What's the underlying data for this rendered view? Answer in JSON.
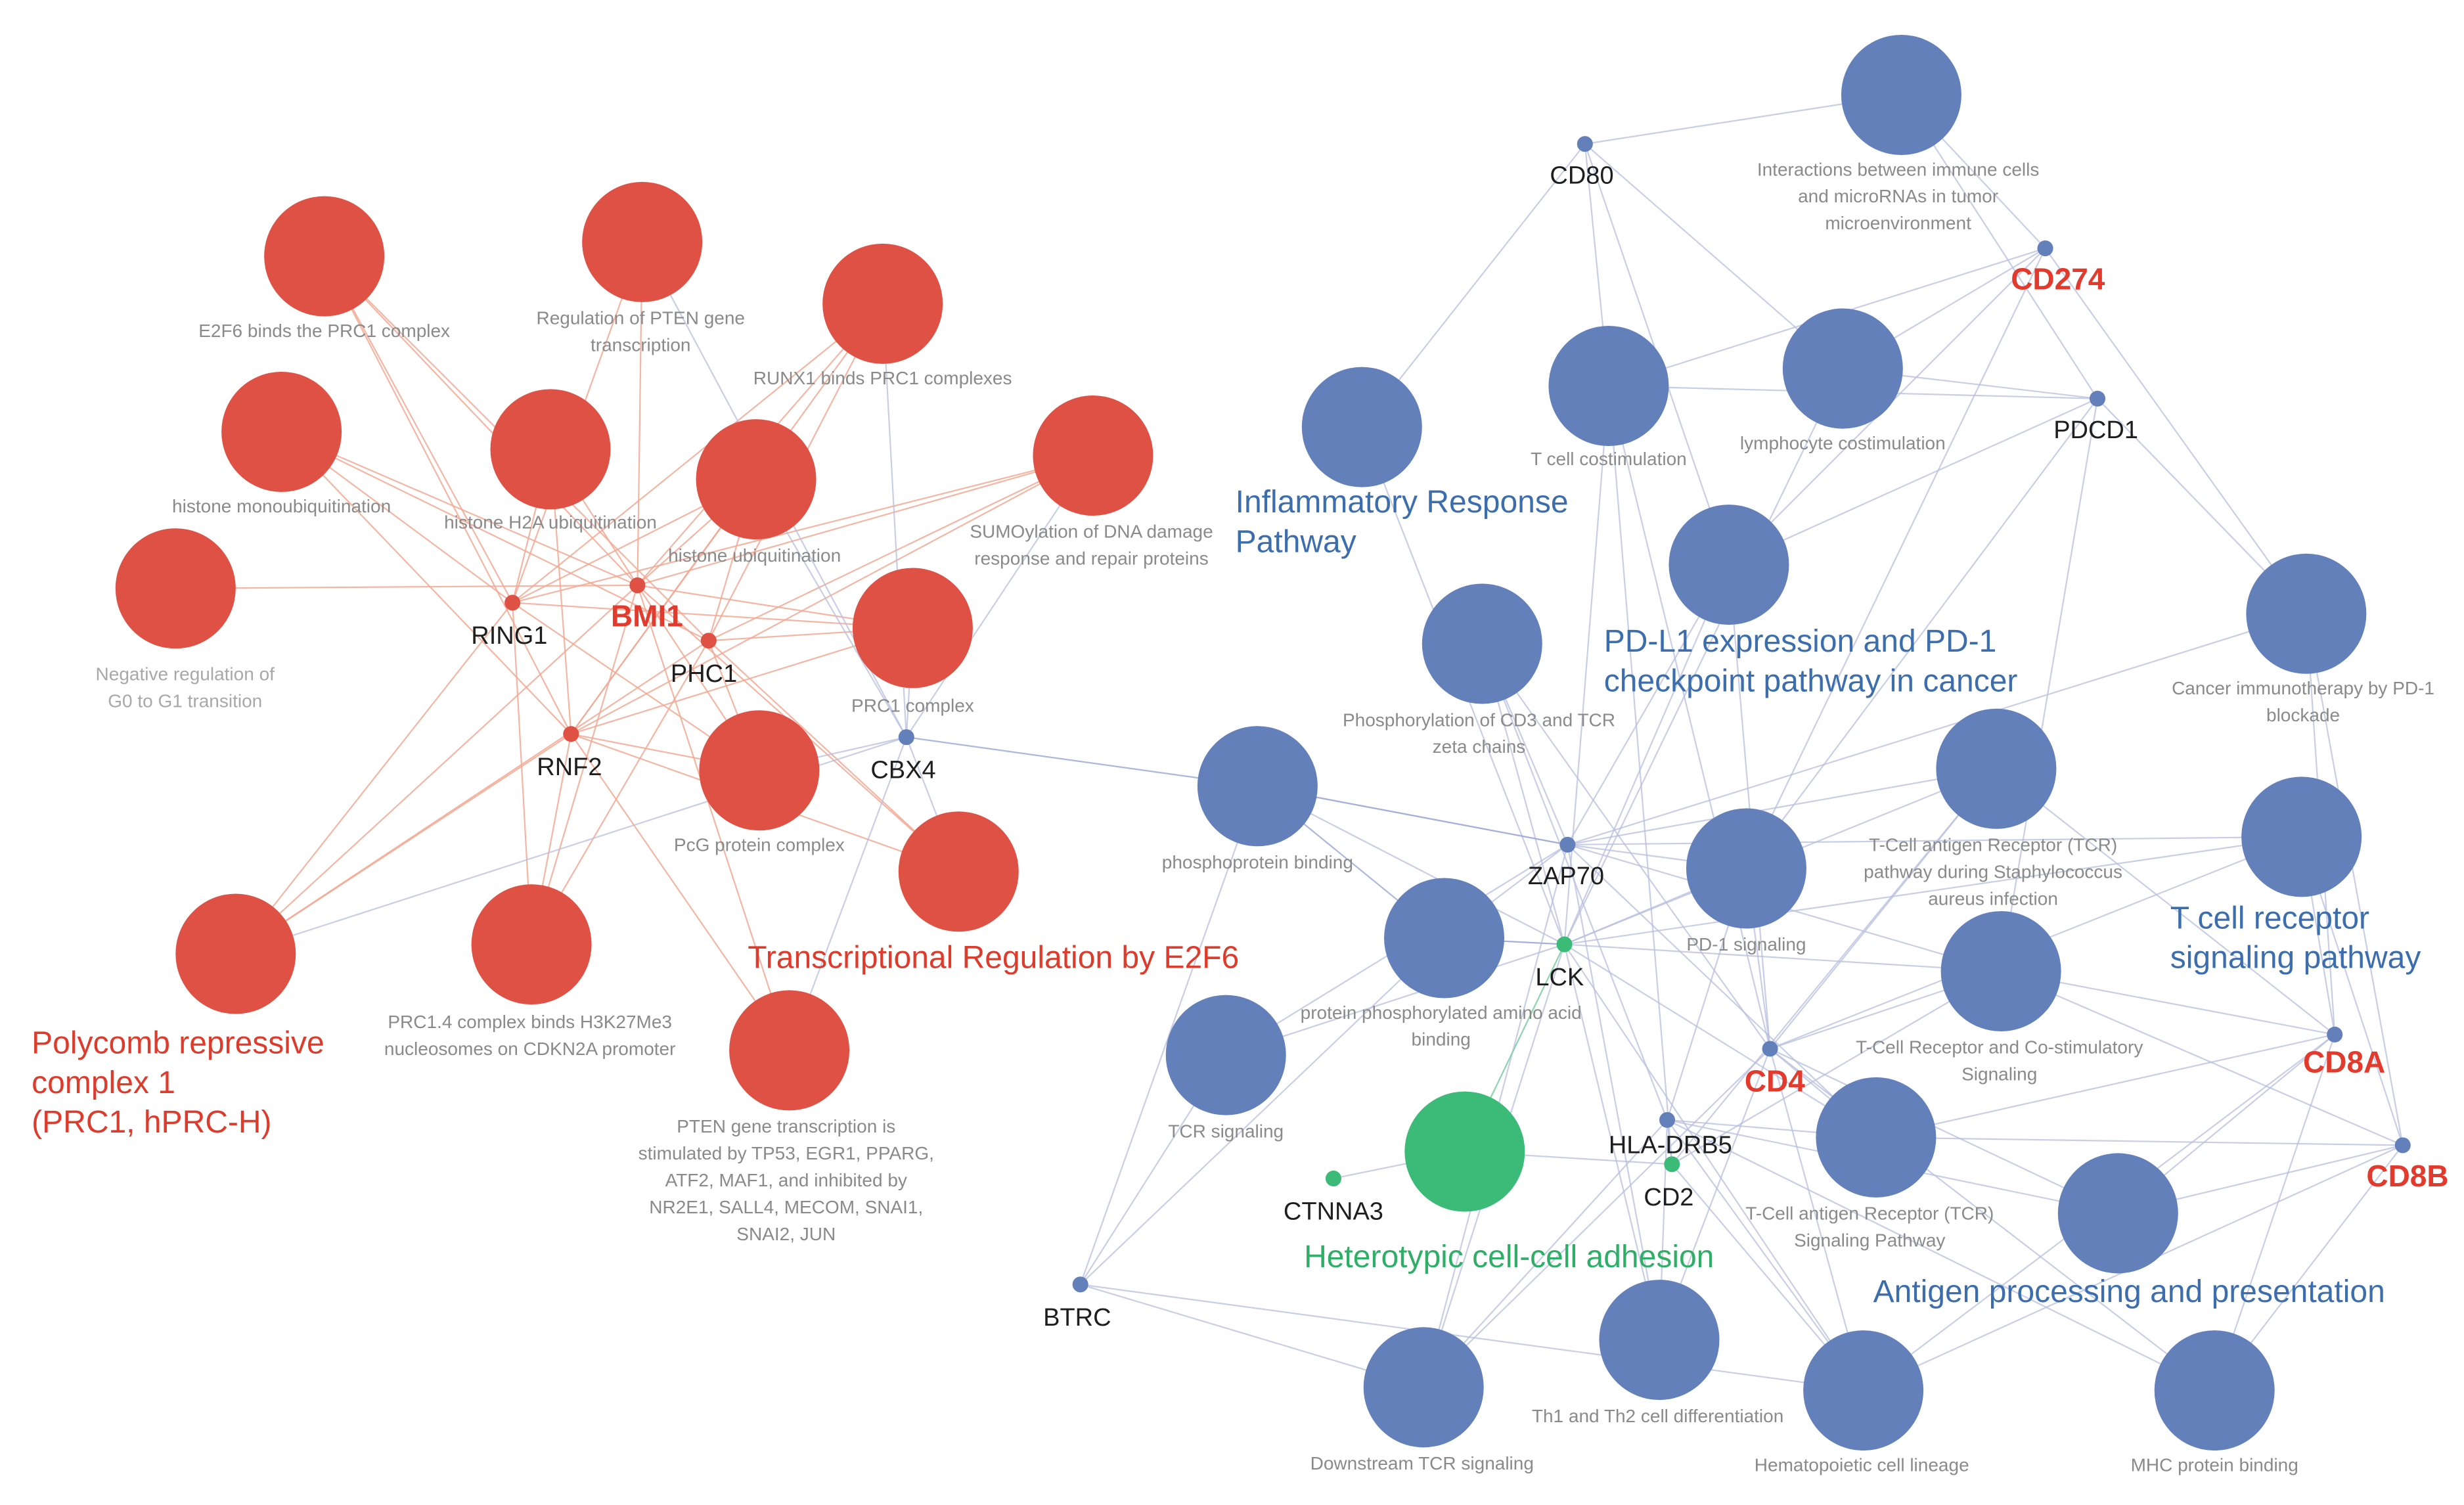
{
  "colors": {
    "red": "#de5144",
    "blue": "#6380bb",
    "green": "#3cbb78",
    "gene_highlight": "#e23a2c"
  },
  "clusters": [
    {
      "id": "prc1",
      "label": [
        "Polycomb repressive",
        "complex 1",
        "(PRC1, hPRC-H)"
      ],
      "color": "red"
    },
    {
      "id": "e2f6",
      "label": [
        "Transcriptional Regulation by E2F6"
      ],
      "color": "red"
    },
    {
      "id": "inflam",
      "label": [
        "Inflammatory Response",
        "Pathway"
      ],
      "color": "blue"
    },
    {
      "id": "pdl1",
      "label": [
        "PD-L1 expression and PD-1",
        "checkpoint pathway in cancer"
      ],
      "color": "blue"
    },
    {
      "id": "tcr",
      "label": [
        "T cell receptor",
        "signaling pathway"
      ],
      "color": "blue"
    },
    {
      "id": "antigen",
      "label": [
        "Antigen processing and presentation"
      ],
      "color": "blue"
    },
    {
      "id": "hetero",
      "label": [
        "Heterotypic cell-cell adhesion"
      ],
      "color": "green"
    }
  ],
  "terms": [
    {
      "id": "t_e2f6prc1",
      "label": [
        "E2F6 binds the PRC1 complex"
      ],
      "color": "red"
    },
    {
      "id": "t_pten_reg",
      "label": [
        "Regulation of PTEN gene",
        "transcription"
      ],
      "color": "red"
    },
    {
      "id": "t_runx1",
      "label": [
        "RUNX1 binds PRC1 complexes"
      ],
      "color": "red"
    },
    {
      "id": "t_histmono",
      "label": [
        "histone monoubiquitination"
      ],
      "color": "red"
    },
    {
      "id": "t_h2a",
      "label": [
        "histone H2A ubiquitination"
      ],
      "color": "red"
    },
    {
      "id": "t_histubi",
      "label": [
        "histone ubiquitination"
      ],
      "color": "red"
    },
    {
      "id": "t_sumo",
      "label": [
        "SUMOylation of DNA damage",
        "response and repair proteins"
      ],
      "color": "red"
    },
    {
      "id": "t_neg_g0",
      "label": [
        "Negative regulation of",
        "G0 to G1 transition"
      ],
      "color": "red",
      "dim": true
    },
    {
      "id": "t_prc1c",
      "label": [
        "PRC1 complex"
      ],
      "color": "red"
    },
    {
      "id": "t_pcg",
      "label": [
        "PcG protein complex"
      ],
      "color": "red"
    },
    {
      "id": "t_e2f6big",
      "label": [],
      "color": "red"
    },
    {
      "id": "t_prc1cluster",
      "label": [],
      "color": "red"
    },
    {
      "id": "t_prc14",
      "label": [
        "PRC1.4 complex binds H3K27Me3",
        "nucleosomes on CDKN2A promoter"
      ],
      "color": "red"
    },
    {
      "id": "t_pten_tp53",
      "label": [
        "PTEN gene transcription is",
        "stimulated by TP53, EGR1, PPARG,",
        "ATF2, MAF1, and inhibited by",
        "NR2E1, SALL4, MECOM, SNAI1,",
        "SNAI2, JUN"
      ],
      "color": "red"
    },
    {
      "id": "t_interactions",
      "label": [
        "Interactions between immune cells",
        "and microRNAs in tumor",
        "microenvironment"
      ],
      "color": "blue"
    },
    {
      "id": "t_tcostim",
      "label": [
        "T cell costimulation"
      ],
      "color": "blue"
    },
    {
      "id": "t_lymcostim",
      "label": [
        "lymphocyte costimulation"
      ],
      "color": "blue"
    },
    {
      "id": "t_inflam",
      "label": [],
      "color": "blue"
    },
    {
      "id": "t_pdl1",
      "label": [],
      "color": "blue"
    },
    {
      "id": "t_cd3zeta",
      "label": [
        "Phosphorylation of CD3 and TCR",
        "zeta chains"
      ],
      "color": "blue"
    },
    {
      "id": "t_cancerimm",
      "label": [
        "Cancer immunotherapy by PD-1",
        "blockade"
      ],
      "color": "blue"
    },
    {
      "id": "t_phospho",
      "label": [
        "phosphoprotein binding"
      ],
      "color": "blue"
    },
    {
      "id": "t_tcr_staph",
      "label": [
        "T-Cell antigen Receptor (TCR)",
        "pathway during Staphylococcus",
        "aureus infection"
      ],
      "color": "blue"
    },
    {
      "id": "t_tcrpath",
      "label": [],
      "color": "blue"
    },
    {
      "id": "t_pd1sig",
      "label": [
        "PD-1 signaling"
      ],
      "color": "blue"
    },
    {
      "id": "t_protphos",
      "label": [
        "protein phosphorylated amino acid",
        "binding"
      ],
      "color": "blue"
    },
    {
      "id": "t_tcrcostim",
      "label": [
        "T-Cell Receptor and Co-stimulatory",
        "Signaling"
      ],
      "color": "blue"
    },
    {
      "id": "t_tcrsig",
      "label": [
        "TCR signaling"
      ],
      "color": "blue"
    },
    {
      "id": "t_tcr_sigpath",
      "label": [
        "T-Cell antigen Receptor (TCR)",
        "Signaling Pathway"
      ],
      "color": "blue"
    },
    {
      "id": "t_antigen",
      "label": [],
      "color": "blue"
    },
    {
      "id": "t_th1th2",
      "label": [
        "Th1 and Th2 cell differentiation"
      ],
      "color": "blue"
    },
    {
      "id": "t_downtcr",
      "label": [
        "Downstream TCR signaling"
      ],
      "color": "blue"
    },
    {
      "id": "t_hemat",
      "label": [
        "Hematopoietic cell lineage"
      ],
      "color": "blue"
    },
    {
      "id": "t_mhc",
      "label": [
        "MHC protein binding"
      ],
      "color": "blue"
    },
    {
      "id": "t_hetero",
      "label": [],
      "color": "green"
    }
  ],
  "genes": [
    {
      "id": "BMI1",
      "label": "BMI1",
      "color": "red",
      "highlight": true
    },
    {
      "id": "RING1",
      "label": "RING1",
      "color": "red"
    },
    {
      "id": "PHC1",
      "label": "PHC1",
      "color": "red"
    },
    {
      "id": "RNF2",
      "label": "RNF2",
      "color": "red"
    },
    {
      "id": "CBX4",
      "label": "CBX4",
      "color": "blue"
    },
    {
      "id": "CD80",
      "label": "CD80",
      "color": "blue"
    },
    {
      "id": "CD274",
      "label": "CD274",
      "color": "blue",
      "highlight": true
    },
    {
      "id": "PDCD1",
      "label": "PDCD1",
      "color": "blue"
    },
    {
      "id": "ZAP70",
      "label": "ZAP70",
      "color": "blue"
    },
    {
      "id": "LCK",
      "label": "LCK",
      "color": "green"
    },
    {
      "id": "CD4",
      "label": "CD4",
      "color": "blue",
      "highlight": true
    },
    {
      "id": "HLADRB5",
      "label": "HLA-DRB5",
      "color": "blue"
    },
    {
      "id": "CD2",
      "label": "CD2",
      "color": "green"
    },
    {
      "id": "CTNNA3",
      "label": "CTNNA3",
      "color": "green"
    },
    {
      "id": "BTRC",
      "label": "BTRC",
      "color": "blue"
    },
    {
      "id": "CD8A",
      "label": "CD8A",
      "color": "blue",
      "highlight": true
    },
    {
      "id": "CD8B",
      "label": "CD8B",
      "color": "blue",
      "highlight": true
    }
  ]
}
